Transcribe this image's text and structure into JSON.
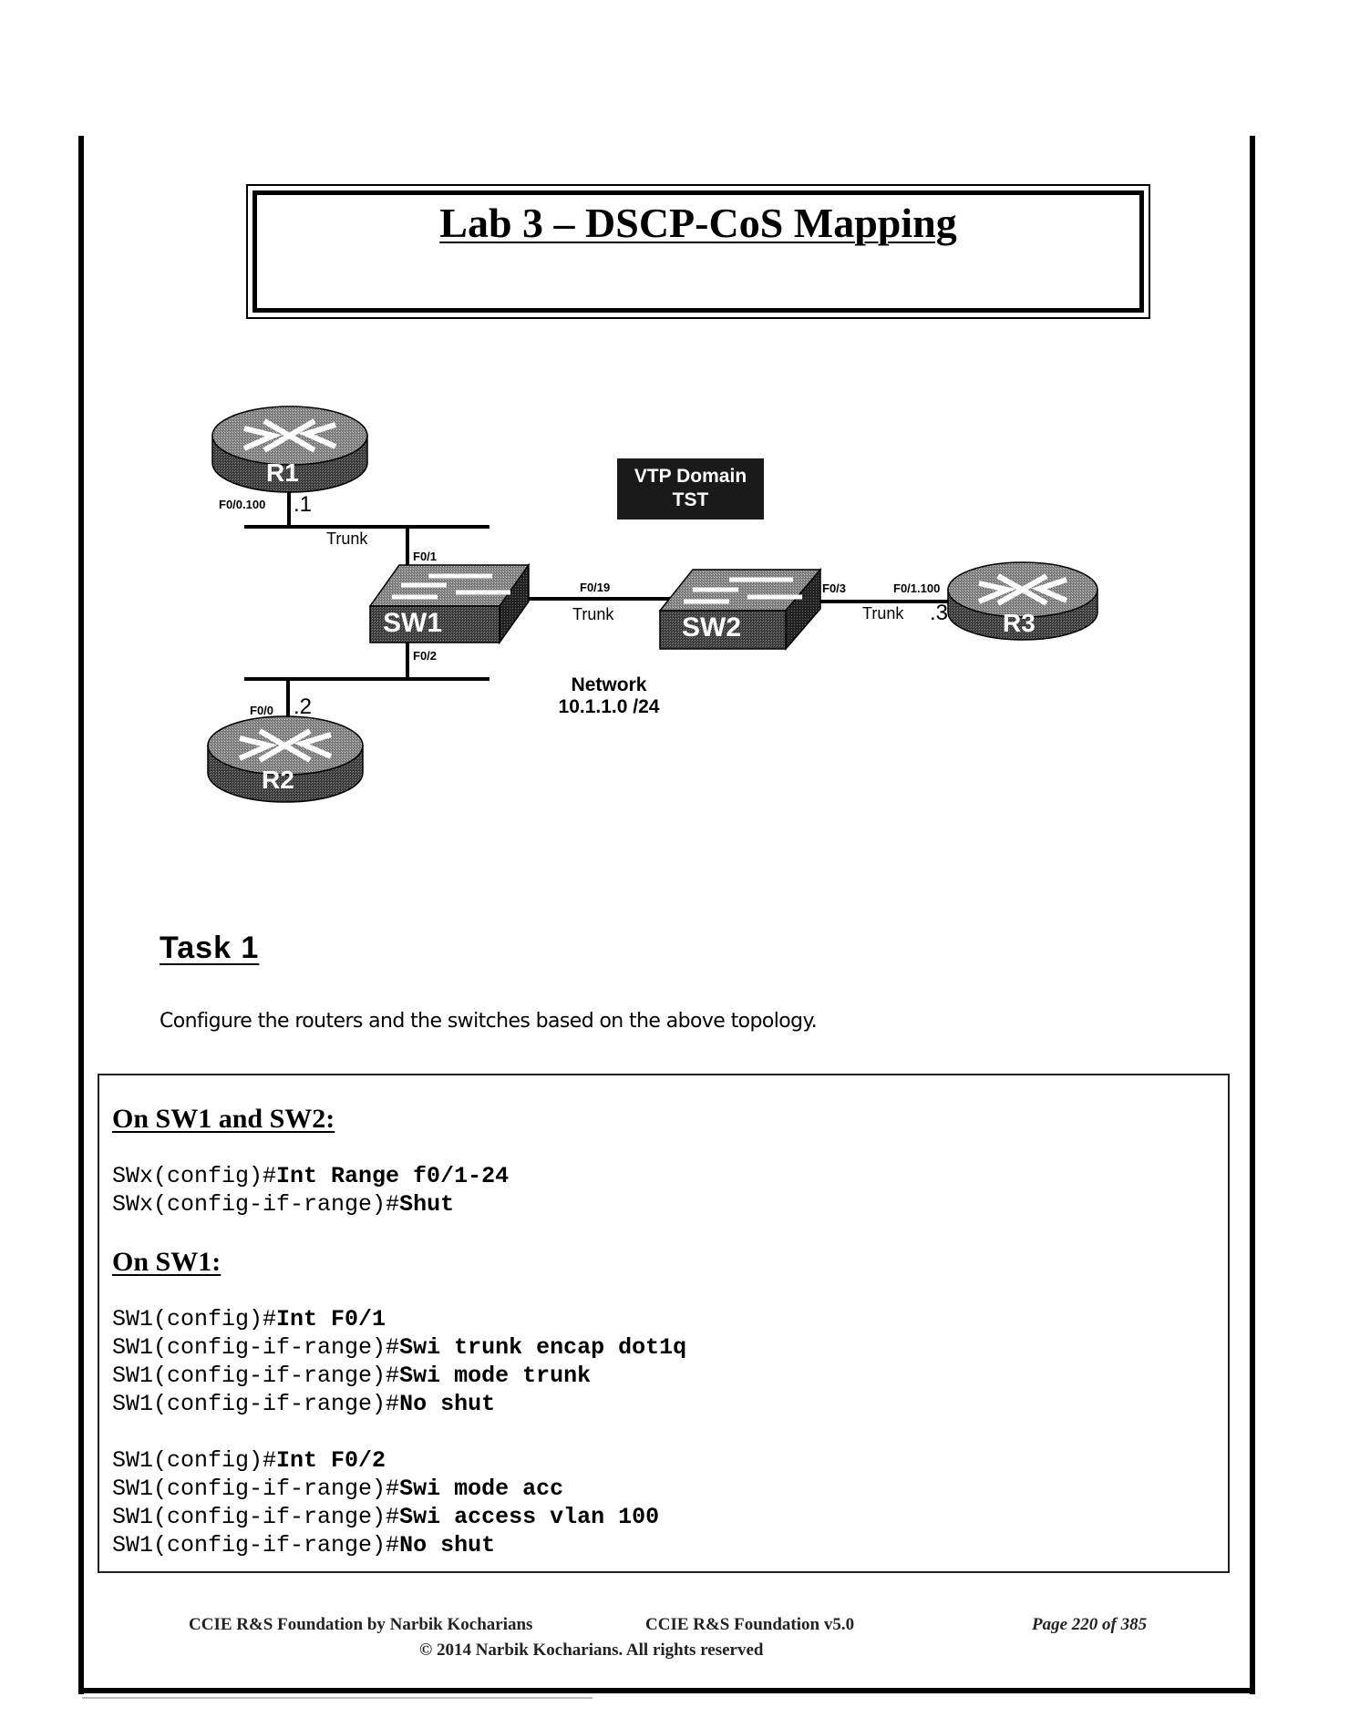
{
  "title": "Lab 3 – DSCP-CoS Mapping",
  "diagram": {
    "devices": {
      "r1": "R1",
      "r2": "R2",
      "r3": "R3",
      "sw1": "SW1",
      "sw2": "SW2"
    },
    "labels": {
      "r1_if": "F0/0.100",
      "r1_ip": ".1",
      "r1_link": "Trunk",
      "sw1_f01": "F0/1",
      "sw1_f02": "F0/2",
      "sw1_f019": "F0/19",
      "sw1_sw2_link": "Trunk",
      "sw2_f03": "F0/3",
      "r3_if": "F0/1.100",
      "sw2_r3_link": "Trunk",
      "r3_ip": ".3",
      "r2_if": "F0/0",
      "r2_ip": ".2"
    },
    "vtp": {
      "line1": "VTP Domain",
      "line2": "TST"
    },
    "network": {
      "line1": "Network",
      "line2": "10.1.1.0 /24"
    }
  },
  "task": {
    "title": "Task 1",
    "description": "Configure the routers and the switches based on the above topology."
  },
  "code": {
    "sections": [
      {
        "heading": "On SW1 and SW2:",
        "lines": [
          {
            "prompt": "SWx(config)#",
            "cmd": "Int Range f0/1-24"
          },
          {
            "prompt": "SWx(config-if-range)#",
            "cmd": "Shut"
          }
        ]
      },
      {
        "heading": "On SW1:",
        "lines": [
          {
            "prompt": "SW1(config)#",
            "cmd": "Int F0/1"
          },
          {
            "prompt": "SW1(config-if-range)#",
            "cmd": "Swi trunk encap dot1q"
          },
          {
            "prompt": "SW1(config-if-range)#",
            "cmd": "Swi mode trunk"
          },
          {
            "prompt": "SW1(config-if-range)#",
            "cmd": "No shut"
          },
          {
            "prompt": "SW1(config)#",
            "cmd": "Int F0/2"
          },
          {
            "prompt": "SW1(config-if-range)#",
            "cmd": "Swi mode acc"
          },
          {
            "prompt": "SW1(config-if-range)#",
            "cmd": "Swi access vlan 100"
          },
          {
            "prompt": "SW1(config-if-range)#",
            "cmd": "No shut"
          }
        ]
      }
    ]
  },
  "footer": {
    "left": "CCIE R&S Foundation by Narbik Kocharians",
    "center": "CCIE R&S Foundation v5.0",
    "page": "Page 220 of 385",
    "copyright": "© 2014 Narbik Kocharians. All rights reserved"
  }
}
